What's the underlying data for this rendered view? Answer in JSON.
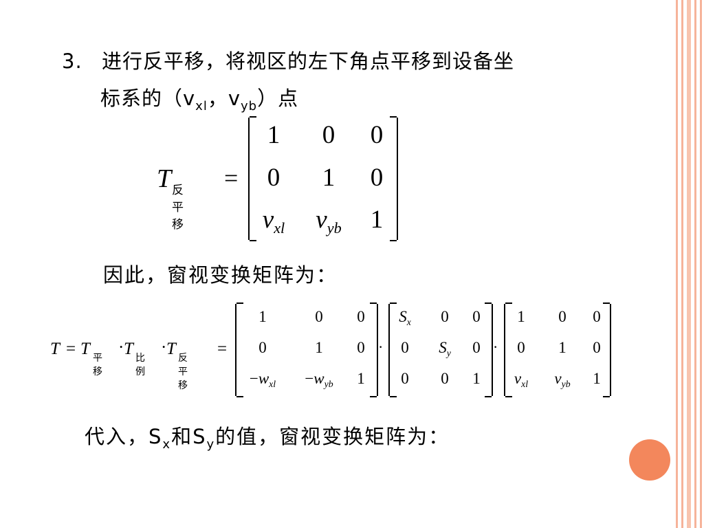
{
  "heading": {
    "number": "3.",
    "line1": "进行反平移，将视区的左下角点平移到设备坐",
    "line2_prefix": "标系的（v",
    "line2_sub1": "xl",
    "line2_mid": "，v",
    "line2_sub2": "yb",
    "line2_suffix": "）点"
  },
  "eq1": {
    "lhs_symbol": "T",
    "lhs_subscript": "反平移",
    "equals": "=",
    "matrix": [
      [
        "1",
        "0",
        "0"
      ],
      [
        "0",
        "1",
        "0"
      ],
      [
        "v_xl",
        "v_yb",
        "1"
      ]
    ]
  },
  "text_therefore": "因此，窗视变换矩阵为：",
  "eq2": {
    "lhs": "T",
    "t1": "T",
    "t1_sub": "平移",
    "t2": "T",
    "t2_sub": "比例",
    "t3": "T",
    "t3_sub": "反平移",
    "equals": "=",
    "dot": "·",
    "matrix_a": [
      [
        "1",
        "0",
        "0"
      ],
      [
        "0",
        "1",
        "0"
      ],
      [
        "−w_xl",
        "−w_yb",
        "1"
      ]
    ],
    "matrix_b": [
      [
        "S_x",
        "0",
        "0"
      ],
      [
        "0",
        "S_y",
        "0"
      ],
      [
        "0",
        "0",
        "1"
      ]
    ],
    "matrix_c": [
      [
        "1",
        "0",
        "0"
      ],
      [
        "0",
        "1",
        "0"
      ],
      [
        "v_xl",
        "v_yb",
        "1"
      ]
    ]
  },
  "text_substitute": {
    "prefix": "代入，S",
    "sub1": "x",
    "mid": "和S",
    "sub2": "y",
    "suffix": "的值，窗视变换矩阵为："
  },
  "colors": {
    "frame": "#f3a78a",
    "accent_dot": "#f3875c"
  }
}
